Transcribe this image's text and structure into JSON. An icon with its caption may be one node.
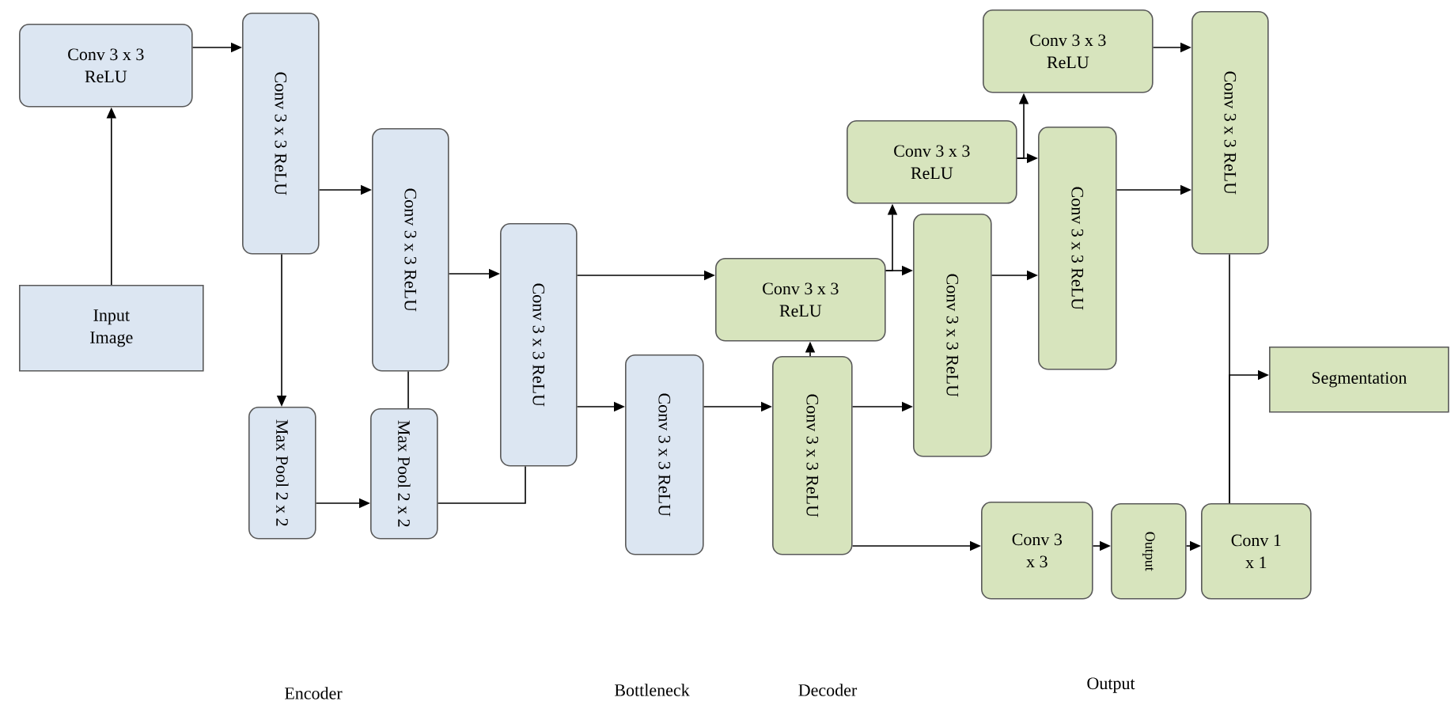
{
  "diagram": {
    "nodes": [
      {
        "text": [
          "Conv 3 x 3 ReLU"
        ]
      },
      {
        "text": [
          "Input Image"
        ]
      },
      {
        "text": [
          "Conv 3 x 3 ReLU"
        ]
      },
      {
        "text": [
          "Max Pool 2 x 2"
        ]
      },
      {
        "text": [
          "Conv 3 x 3 ReLU"
        ]
      },
      {
        "text": [
          "Max Pool 2 x 2"
        ]
      },
      {
        "text": [
          "Conv 3 x 3 ReLU"
        ]
      },
      {
        "text": [
          "Conv 3 x 3 ReLU"
        ]
      },
      {
        "text": [
          "Conv 3 x 3 ReLU"
        ]
      },
      {
        "text": [
          "Conv 3 x 3 ReLU"
        ]
      },
      {
        "text": [
          "Conv 3 x 3 ReLU"
        ]
      },
      {
        "text": [
          "Conv 3 x 3 ReLU"
        ]
      },
      {
        "text": [
          "Conv 3 x 3 ReLU"
        ]
      },
      {
        "text": [
          "Conv 3 x 3 ReLU"
        ]
      },
      {
        "text": [
          "Conv 3 x 3 ReLU"
        ]
      },
      {
        "text": [
          "Segmentation"
        ]
      },
      {
        "text": [
          "Conv 3 x 3"
        ]
      },
      {
        "text": [
          "Output"
        ]
      },
      {
        "text": [
          "Conv 1 x 1"
        ]
      }
    ],
    "edges": [
      {
        "from": 1,
        "to": 0,
        "arrow": "to"
      },
      {
        "from": 0,
        "to": 2,
        "arrow": "to"
      },
      {
        "from": 2,
        "to": 4,
        "arrow": "to"
      },
      {
        "from": 2,
        "to": 3,
        "arrow": "to"
      },
      {
        "from": 3,
        "to": 5,
        "arrow": "to"
      },
      {
        "from": 4,
        "to": 5,
        "arrow": "none"
      },
      {
        "from": 5,
        "to": 6,
        "arrow": "none"
      },
      {
        "from": 4,
        "to": 6,
        "arrow": "to"
      },
      {
        "from": 6,
        "to": 8,
        "arrow": "to"
      },
      {
        "from": 6,
        "to": 7,
        "arrow": "to"
      },
      {
        "from": 7,
        "to": 9,
        "arrow": "to"
      },
      {
        "from": 9,
        "to": 8,
        "arrow": "to"
      },
      {
        "from": 9,
        "to": 11,
        "arrow": "to"
      },
      {
        "from": 8,
        "to": 11,
        "arrow": "to"
      },
      {
        "from": 8,
        "to": 10,
        "arrow": "to"
      },
      {
        "from": 10,
        "to": 12,
        "arrow": "to"
      },
      {
        "from": 10,
        "to": 13,
        "arrow": "to"
      },
      {
        "from": 11,
        "to": 13,
        "arrow": "to"
      },
      {
        "from": 12,
        "to": 14,
        "arrow": "to"
      },
      {
        "from": 13,
        "to": 14,
        "arrow": "to"
      },
      {
        "from": 14,
        "to": 18,
        "arrow": "none"
      },
      {
        "from": 18,
        "to": 15,
        "arrow": "to"
      },
      {
        "from": 9,
        "to": 16,
        "arrow": "to"
      },
      {
        "from": 16,
        "to": 17,
        "arrow": "to"
      },
      {
        "from": 17,
        "to": 18,
        "arrow": "to"
      }
    ],
    "labels": [
      "Encoder",
      "Bottleneck",
      "Decoder",
      "Output"
    ]
  }
}
